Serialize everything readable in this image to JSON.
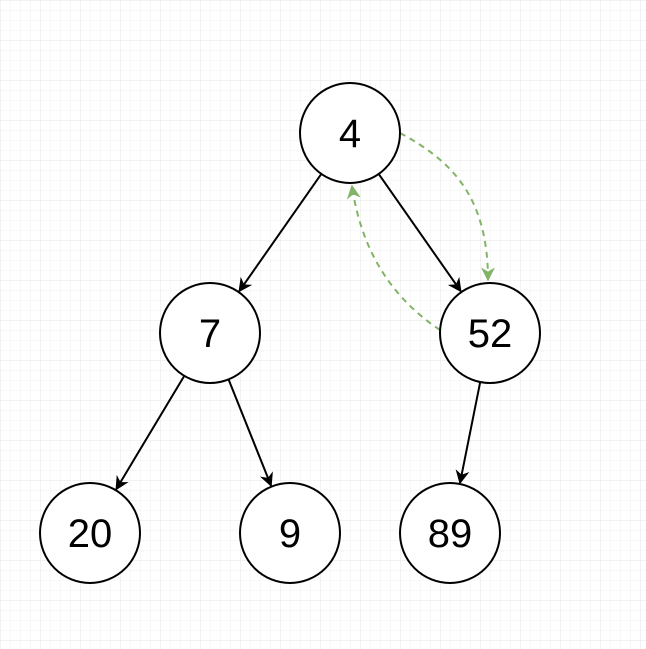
{
  "diagram": {
    "type": "binary-tree",
    "nodes": [
      {
        "id": "n4",
        "label": "4"
      },
      {
        "id": "n7",
        "label": "7"
      },
      {
        "id": "n52",
        "label": "52"
      },
      {
        "id": "n20",
        "label": "20"
      },
      {
        "id": "n9",
        "label": "9"
      },
      {
        "id": "n89",
        "label": "89"
      }
    ],
    "edges": [
      {
        "from": "n4",
        "to": "n7"
      },
      {
        "from": "n4",
        "to": "n52"
      },
      {
        "from": "n7",
        "to": "n20"
      },
      {
        "from": "n7",
        "to": "n9"
      },
      {
        "from": "n52",
        "to": "n89"
      }
    ],
    "swap_arrows": [
      {
        "from": "n4",
        "to": "n52",
        "style": "dashed"
      },
      {
        "from": "n52",
        "to": "n4",
        "style": "dashed"
      }
    ],
    "colors": {
      "background": "#ffffff",
      "grid": "#eeeeee",
      "node_stroke": "#000000",
      "node_fill": "#ffffff",
      "edge": "#000000",
      "swap_arrow": "#82b366"
    }
  }
}
